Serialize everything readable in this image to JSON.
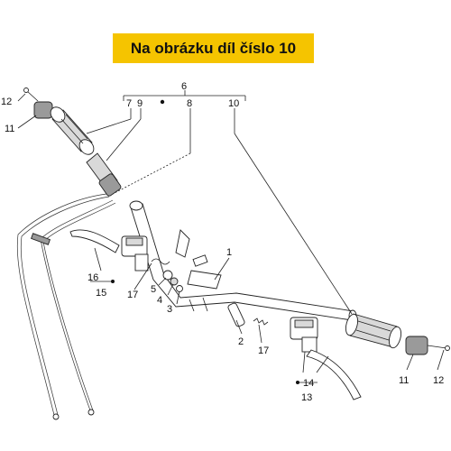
{
  "banner": {
    "text": "Na obrázku díl číslo 10",
    "color": "#f5c400"
  },
  "callouts": {
    "c1": "1",
    "c2": "2",
    "c3": "3",
    "c4": "4",
    "c5": "5",
    "c6": "6",
    "c7": "7",
    "c8": "8",
    "c9": "9",
    "c10": "10",
    "c11_left": "11",
    "c11_right": "11",
    "c12_left": "12",
    "c12_right": "12",
    "c13": "13",
    "c14": "14",
    "c15": "15",
    "c16": "16",
    "c17_left": "17",
    "c17_right": "17"
  },
  "icons": [
    "handlebar",
    "grip",
    "throttle-grip",
    "brake-lever",
    "master-cylinder",
    "throttle-cable",
    "bar-end-weight",
    "screw"
  ]
}
